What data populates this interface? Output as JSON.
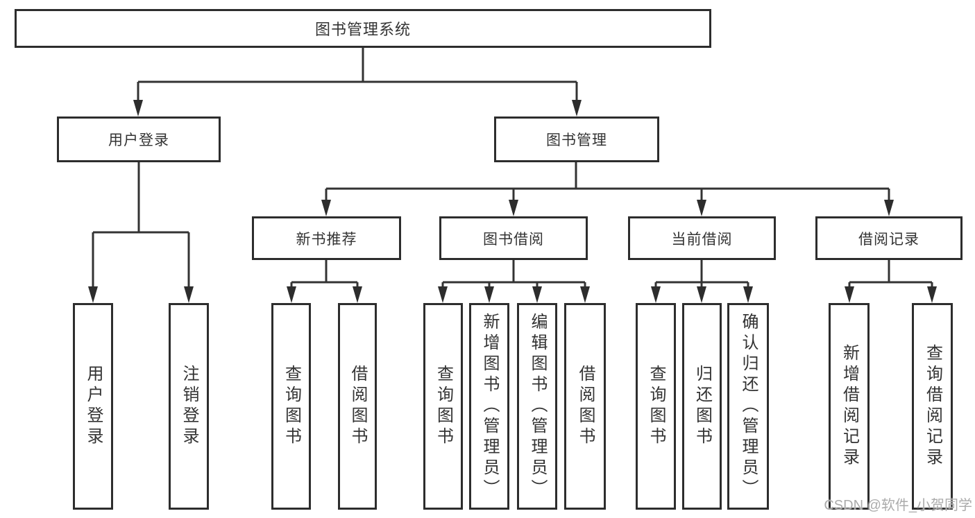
{
  "diagram_title": "图书管理系统",
  "tree": {
    "root": {
      "label": "图书管理系统"
    },
    "branches": [
      {
        "label": "用户登录",
        "children": [
          {
            "label": "用户登录"
          },
          {
            "label": "注销登录"
          }
        ]
      },
      {
        "label": "图书管理",
        "children": [
          {
            "label": "新书推荐",
            "children": [
              {
                "label": "查询图书"
              },
              {
                "label": "借阅图书"
              }
            ]
          },
          {
            "label": "图书借阅",
            "children": [
              {
                "label": "查询图书"
              },
              {
                "label": "新增图书（管理员）"
              },
              {
                "label": "编辑图书（管理员）"
              },
              {
                "label": "借阅图书"
              }
            ]
          },
          {
            "label": "当前借阅",
            "children": [
              {
                "label": "查询图书"
              },
              {
                "label": "归还图书"
              },
              {
                "label": "确认归还（管理员）"
              }
            ]
          },
          {
            "label": "借阅记录",
            "children": [
              {
                "label": "新增借阅记录"
              },
              {
                "label": "查询借阅记录"
              }
            ]
          }
        ]
      }
    ]
  },
  "watermark": {
    "text": "CSDN @软件_小贺同学"
  },
  "colors": {
    "line": "#333333",
    "border": "#2d2d2d",
    "text": "#333333",
    "background": "#ffffff",
    "watermark": "#ababab"
  }
}
